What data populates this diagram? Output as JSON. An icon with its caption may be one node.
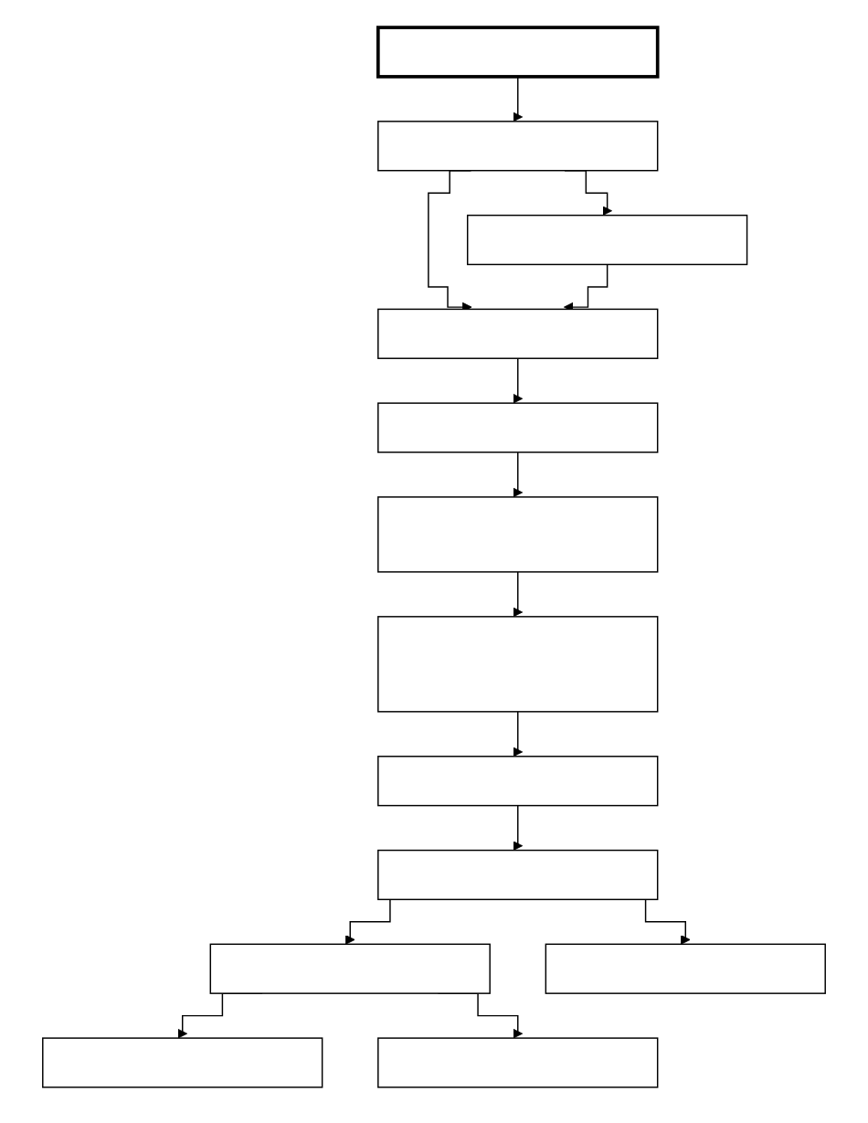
{
  "diagram": {
    "nodes": [
      {
        "text": [],
        "shape": "box"
      },
      {
        "text": [],
        "shape": "box"
      },
      {
        "text": [],
        "shape": "box"
      },
      {
        "text": [],
        "shape": "box"
      },
      {
        "text": [],
        "shape": "box"
      },
      {
        "text": [],
        "shape": "box"
      },
      {
        "text": [],
        "shape": "box"
      },
      {
        "text": [],
        "shape": "box"
      },
      {
        "text": [],
        "shape": "box"
      },
      {
        "text": [],
        "shape": "box"
      },
      {
        "text": [],
        "shape": "box"
      },
      {
        "text": [],
        "shape": "box"
      },
      {
        "text": [],
        "shape": "box"
      }
    ],
    "edges": [
      {
        "from": 0,
        "to": 1,
        "arrow": "to"
      },
      {
        "from": 1,
        "to": 3,
        "arrow": "to"
      },
      {
        "from": 1,
        "to": 2,
        "arrow": "to"
      },
      {
        "from": 2,
        "to": 3,
        "arrow": "to"
      },
      {
        "from": 3,
        "to": 4,
        "arrow": "to"
      },
      {
        "from": 4,
        "to": 5,
        "arrow": "to"
      },
      {
        "from": 5,
        "to": 6,
        "arrow": "to"
      },
      {
        "from": 6,
        "to": 7,
        "arrow": "to"
      },
      {
        "from": 7,
        "to": 8,
        "arrow": "to"
      },
      {
        "from": 8,
        "to": 10,
        "arrow": "to"
      },
      {
        "from": 8,
        "to": 9,
        "arrow": "to"
      },
      {
        "from": 9,
        "to": 11,
        "arrow": "to"
      },
      {
        "from": 9,
        "to": 12,
        "arrow": "to"
      }
    ]
  }
}
